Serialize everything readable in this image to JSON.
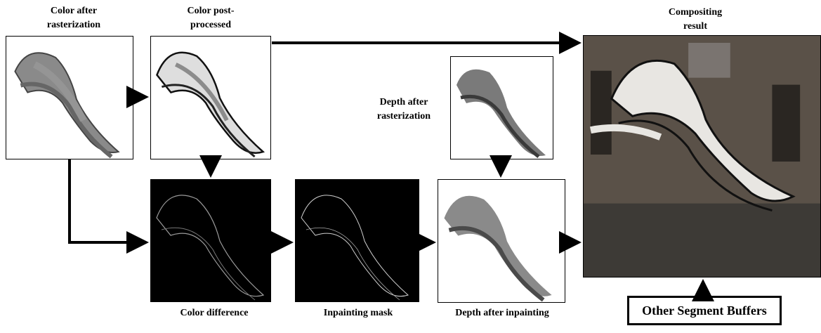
{
  "captions": {
    "color_after_raster": "Color after rasterization",
    "color_post": "Color post-processed",
    "depth_after_raster": "Depth after rasterization",
    "compositing": "Compositing result",
    "color_difference": "Color difference",
    "inpainting_mask": "Inpainting mask",
    "depth_after_inpainting": "Depth after inpainting"
  },
  "other_buffers": "Other Segment Buffers",
  "colors": {
    "arrow": "#000000",
    "panel_black": "#000000",
    "panel_white": "#ffffff"
  }
}
